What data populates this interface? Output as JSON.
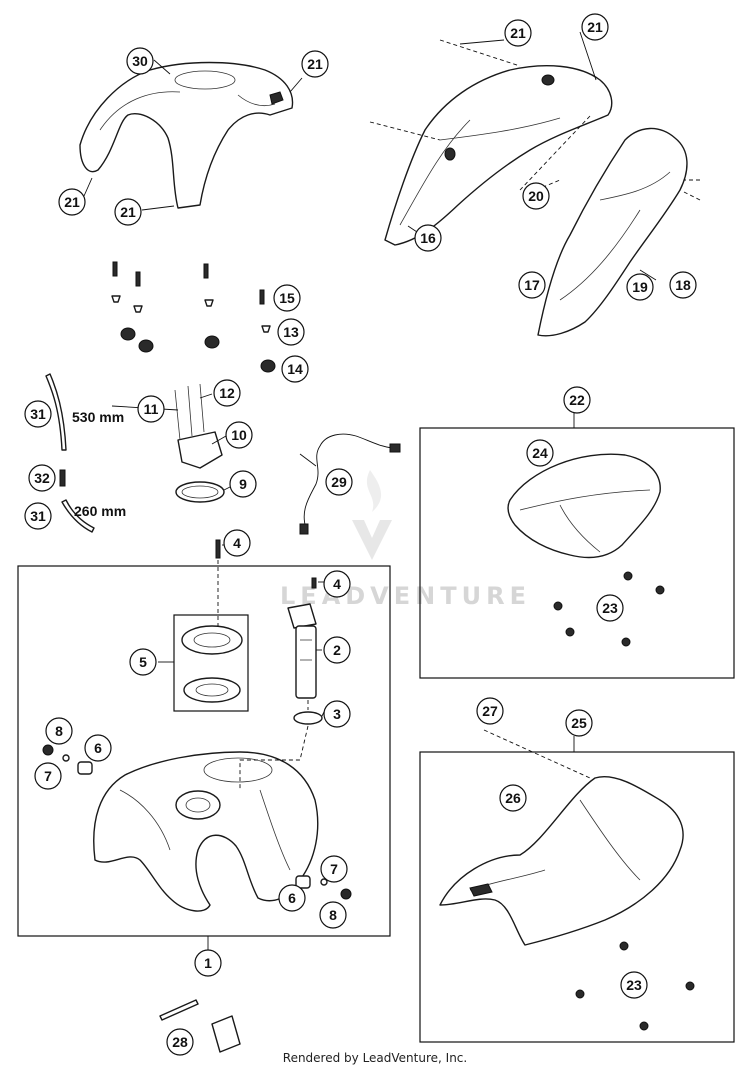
{
  "diagram": {
    "callouts": {
      "c1": "1",
      "c2": "2",
      "c3": "3",
      "c4a": "4",
      "c4b": "4",
      "c5": "5",
      "c6a": "6",
      "c6b": "6",
      "c7a": "7",
      "c7b": "7",
      "c8a": "8",
      "c8b": "8",
      "c9": "9",
      "c10": "10",
      "c11": "11",
      "c12": "12",
      "c13": "13",
      "c14": "14",
      "c15": "15",
      "c16": "16",
      "c17": "17",
      "c18": "18",
      "c19": "19",
      "c20": "20",
      "c21a": "21",
      "c21b": "21",
      "c21c": "21",
      "c21d": "21",
      "c21e": "21",
      "c22": "22",
      "c23a": "23",
      "c23b": "23",
      "c24": "24",
      "c25": "25",
      "c26": "26",
      "c27": "27",
      "c28": "28",
      "c29": "29",
      "c30": "30",
      "c31a": "31",
      "c31b": "31",
      "c32": "32"
    },
    "measurements": {
      "hose_long": "530 mm",
      "hose_short": "260 mm"
    },
    "watermark": "LEADVENTURE"
  },
  "footer": {
    "credit": "Rendered by LeadVenture, Inc."
  }
}
